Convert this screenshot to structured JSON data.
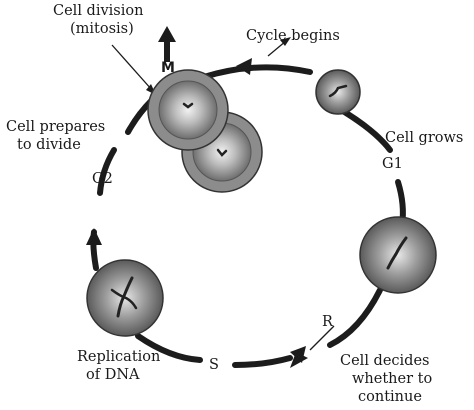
{
  "labels": {
    "mitosis_line1": "Cell division",
    "mitosis_line2": "(mitosis)",
    "cycle_begins": "Cycle begins",
    "m": "M",
    "prepares_line1": "Cell prepares",
    "prepares_line2": "to divide",
    "g2": "G2",
    "g1": "G1",
    "cell_grows": "Cell grows",
    "r": "R",
    "s": "S",
    "replication_line1": "Replication",
    "replication_line2": "of DNA",
    "decides_line1": "Cell decides",
    "decides_line2": "whether to",
    "decides_line3": "continue"
  },
  "colors": {
    "ring": "#1c1c1c",
    "cell_fill": "#8a8a8a",
    "cell_highlight": "#e6e6e6"
  }
}
